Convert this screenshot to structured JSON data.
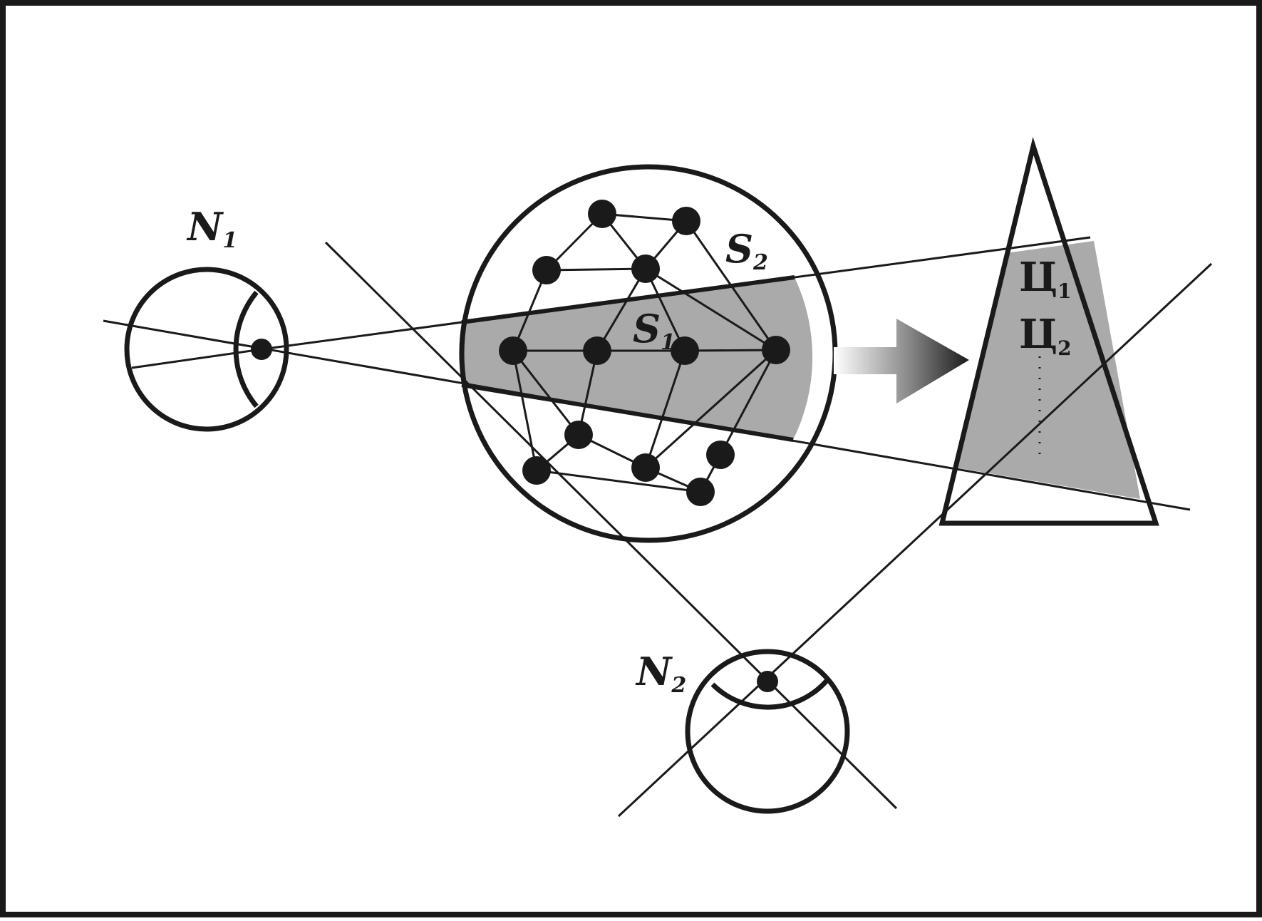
{
  "labels": {
    "observer1": {
      "main": "N",
      "sub": "1"
    },
    "observer2": {
      "main": "N",
      "sub": "2"
    },
    "system_outer": {
      "main": "S",
      "sub": "2"
    },
    "system_inner": {
      "main": "S",
      "sub": "1"
    },
    "goal1": {
      "main": "Ц",
      "sub": "1"
    },
    "goal2": {
      "main": "Ц",
      "sub": "2"
    }
  },
  "colors": {
    "stroke": "#1a1a1a",
    "shade": "#aaaaaa",
    "background": "#ffffff"
  },
  "icons": {
    "arrow": "gradient-right-arrow-icon",
    "goal_ellipsis": "vertical-dotted-ellipsis-icon"
  }
}
